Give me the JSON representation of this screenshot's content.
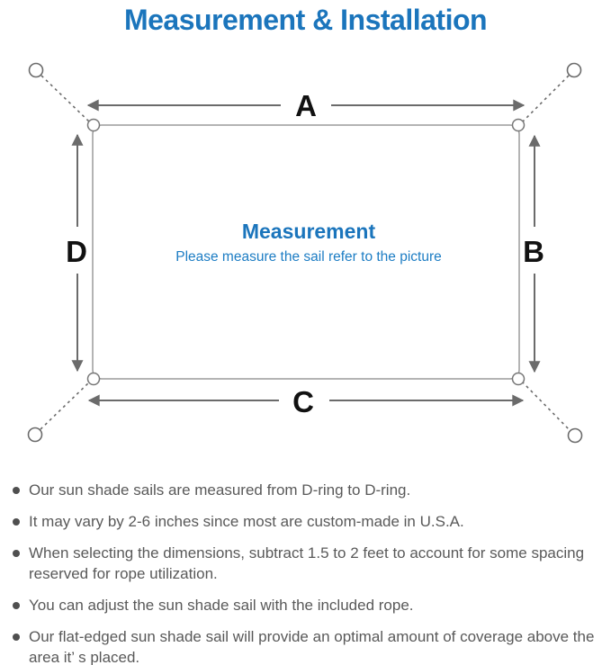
{
  "colors": {
    "accent_blue": "#1b75bc",
    "subtitle_blue": "#1d7dc4",
    "outline_gray": "#9b9b9b",
    "arrow_gray": "#6b6b6b",
    "label_black": "#111111",
    "note_gray": "#595959"
  },
  "header": {
    "title": "Measurement & Installation"
  },
  "diagram": {
    "center_title": "Measurement",
    "center_subtitle": "Please measure the sail refer to the picture",
    "side_labels": {
      "top": "A",
      "right": "B",
      "bottom": "C",
      "left": "D"
    }
  },
  "notes": {
    "items": [
      "Our sun shade sails are measured from D-ring to D-ring.",
      "It may vary by 2-6 inches since most are custom-made in U.S.A.",
      "When selecting the dimensions, subtract 1.5 to 2 feet to account for some spacing reserved for rope utilization.",
      "You can adjust the sun shade sail with the included rope.",
      "Our flat-edged sun shade sail will provide an optimal amount of coverage above the area it’ s placed."
    ]
  }
}
